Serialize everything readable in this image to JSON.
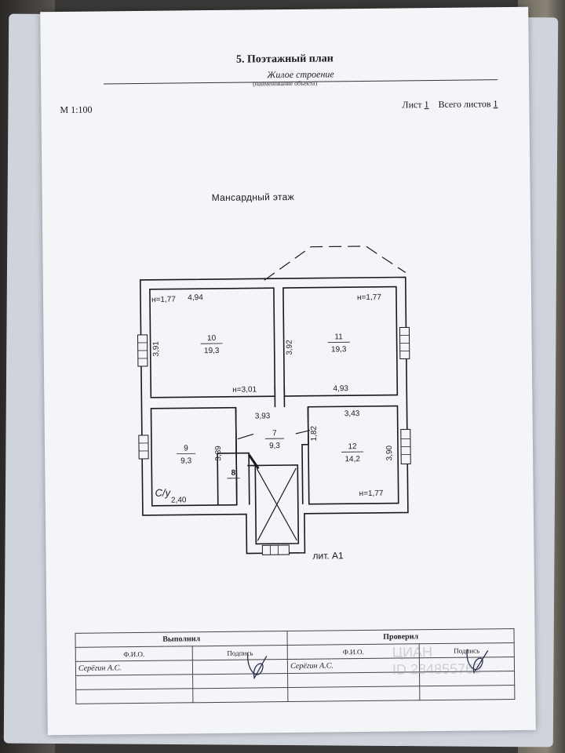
{
  "document": {
    "title": "5. Поэтажный план",
    "object_name": "Жилое строение",
    "object_caption": "(наименование объекта)",
    "scale": "М 1:100",
    "sheet_label": "Лист",
    "sheet_number": "1",
    "total_label": "Всего листов",
    "total_number": "1",
    "floor_title": "Мансардный  этаж",
    "lit_label": "лит. А1"
  },
  "plan": {
    "rooms": [
      {
        "number": "10",
        "area": "19,3"
      },
      {
        "number": "11",
        "area": "19,3"
      },
      {
        "number": "9",
        "area": "9,3"
      },
      {
        "number": "7",
        "area": "9,3"
      },
      {
        "number": "12",
        "area": "14,2"
      },
      {
        "number": "8",
        "area": ""
      }
    ],
    "dimensions": {
      "d_494": "4,94",
      "d_391": "3,91",
      "d_392": "3,92",
      "d_493": "4,93",
      "d_393": "3,93",
      "d_343": "3,43",
      "d_182": "1,82",
      "d_389": "3,89",
      "d_390": "3,90",
      "d_240": "2,40"
    },
    "heights": {
      "h_room10": "н=1,77",
      "h_room11": "н=1,77",
      "h_corridor": "н=3,01",
      "h_room12": "н=1,77"
    },
    "bathroom_label": "С/у"
  },
  "signatures": {
    "performed_header": "Выполнил",
    "checked_header": "Проверил",
    "fio_label": "Ф.И.О.",
    "signature_label": "Подпись",
    "performed_name": "Серёгин А.С.",
    "checked_name": "Серёгин А.С."
  },
  "watermark": {
    "brand": "ЦИАН",
    "id": "ID 284855763"
  }
}
